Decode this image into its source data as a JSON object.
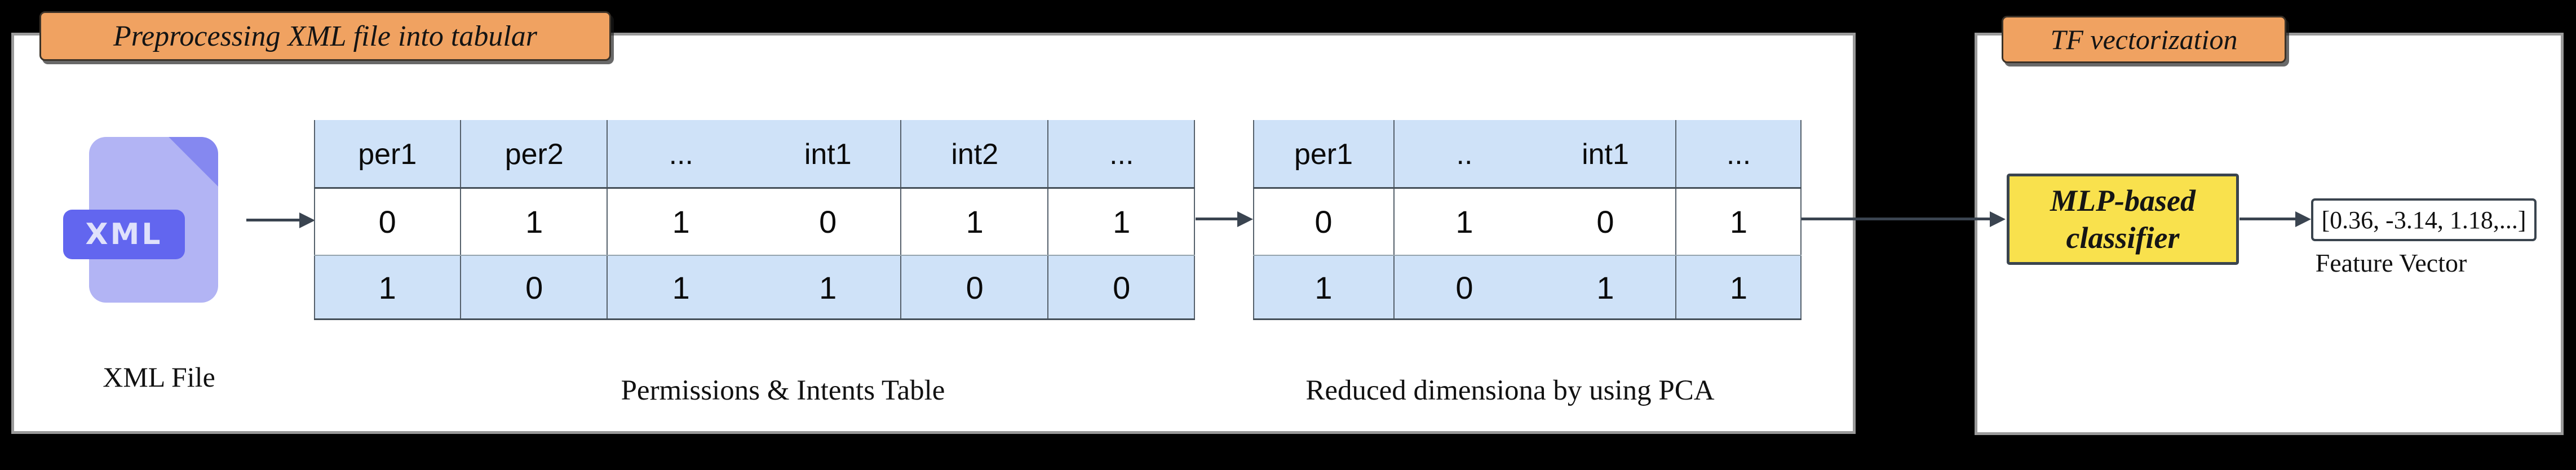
{
  "left_panel": {
    "badge_label": "Preprocessing XML file into tabular",
    "xml_icon": {
      "label": "XML"
    },
    "xml_file_caption": "XML File",
    "table1": {
      "headers": [
        "per1",
        "per2",
        "...",
        "int1",
        "int2",
        "..."
      ],
      "rows": [
        [
          "0",
          "1",
          "1",
          "0",
          "1",
          "1"
        ],
        [
          "1",
          "0",
          "1",
          "1",
          "0",
          "0"
        ]
      ],
      "caption": "Permissions & Intents Table"
    },
    "table2": {
      "headers": [
        "per1",
        "..",
        "int1",
        "..."
      ],
      "rows": [
        [
          "0",
          "1",
          "0",
          "1"
        ],
        [
          "1",
          "0",
          "1",
          "1"
        ]
      ],
      "caption": "Reduced dimensiona by using PCA"
    }
  },
  "right_panel": {
    "badge_label": "TF vectorization",
    "classifier_box": {
      "line1": "MLP-based",
      "line2": "classifier"
    },
    "feature_vector_value": "[0.36, -3.14, 1.18,...]",
    "feature_vector_caption": "Feature Vector"
  },
  "colors": {
    "background": "#000000",
    "panel_bg": "#FFFFFF",
    "panel_border": "#9A9A9A",
    "badge_orange": "#F0A261",
    "table_blue": "#CFE2F8",
    "classifier_yellow": "#F9E14D",
    "arrow_slate": "#3A4450",
    "xml_icon_body": "#B2B4F4",
    "xml_icon_fold": "#8588F0",
    "xml_icon_label_bg": "#6266EF"
  }
}
